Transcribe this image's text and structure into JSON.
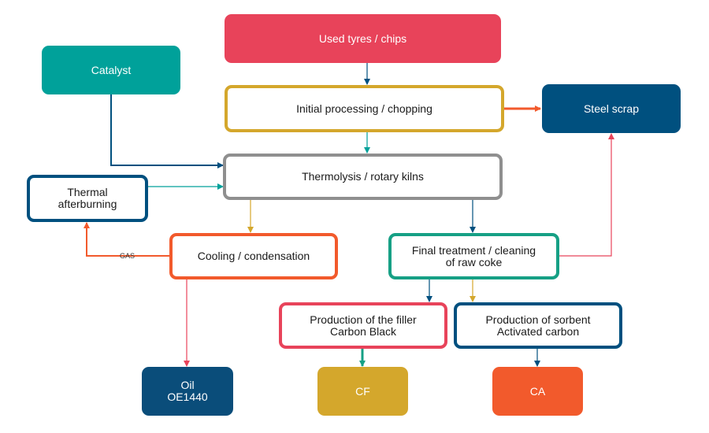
{
  "colors": {
    "red": "#e8435a",
    "teal": "#00a19a",
    "navy": "#00507f",
    "gold": "#d4a72c",
    "gray": "#8f8f8f",
    "orange": "#f25a2c",
    "green": "#16a085",
    "oil": "#0a4d7a"
  },
  "nodes": {
    "used_tyres": "Used tyres / chips",
    "catalyst": "Catalyst",
    "initial_processing": "Initial processing / chopping",
    "steel_scrap": "Steel scrap",
    "thermolysis": "Thermolysis / rotary kilns",
    "thermal_afterburning": "Thermal\nafterburning",
    "cooling": "Cooling / condensation",
    "final_treatment": "Final treatment / cleaning\nof raw coke",
    "carbon_black": "Production of the filler\nCarbon Black",
    "sorbent": "Production of sorbent\nActivated carbon",
    "oil": "Oil\nOE1440",
    "cf": "CF",
    "ca": "CA"
  },
  "edge_labels": {
    "gas": "GAS"
  }
}
